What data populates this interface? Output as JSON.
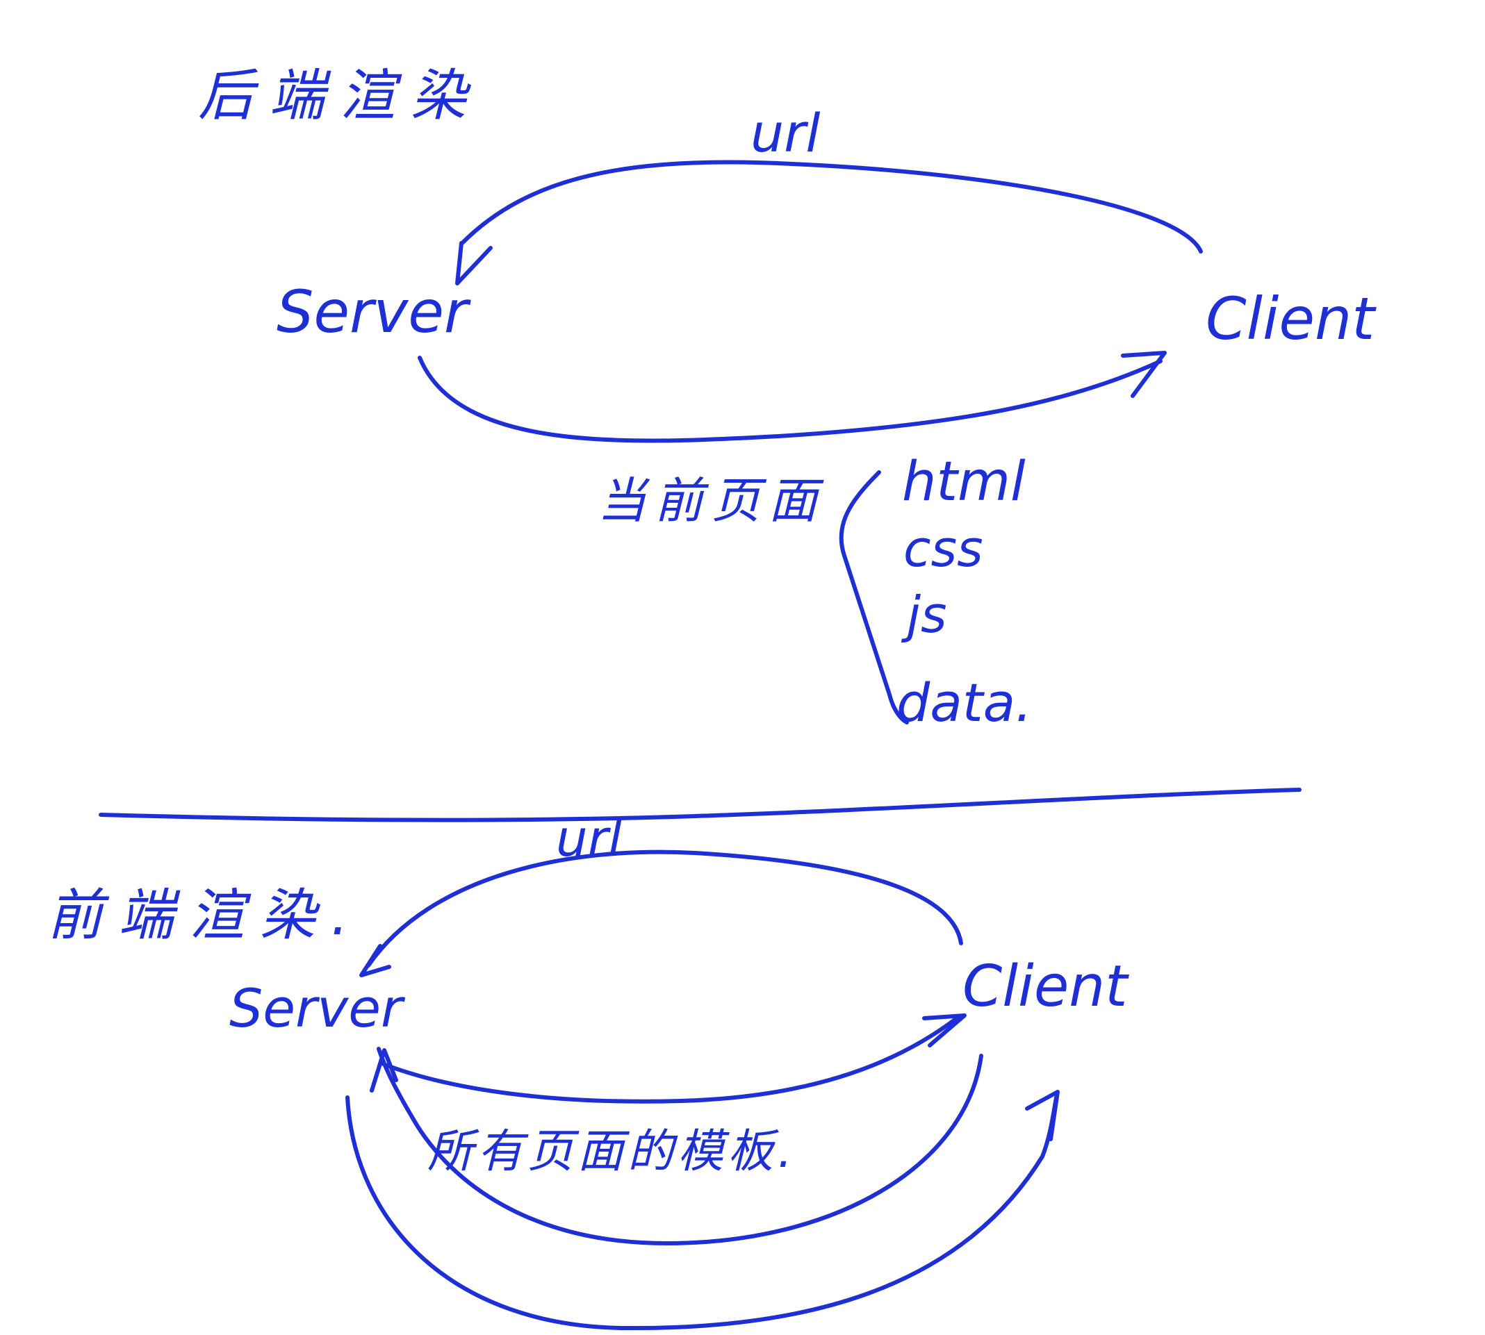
{
  "colors": {
    "ink": "#1f2fd6",
    "background": "#ffffff"
  },
  "ssr": {
    "title": "后端渲染",
    "request_label": "url",
    "server_label": "Server",
    "client_label": "Client",
    "response_label": "当前页面",
    "response_items": [
      "html",
      "css",
      "js",
      "data."
    ]
  },
  "csr": {
    "title": "前端渲染.",
    "request_label": "url",
    "server_label": "Server",
    "client_label": "Client",
    "template_label": "所有页面的模板."
  }
}
